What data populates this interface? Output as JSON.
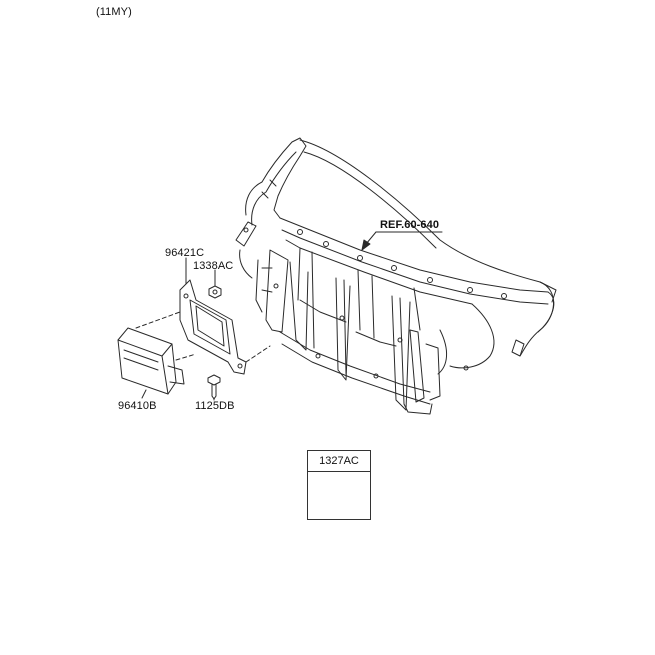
{
  "header": {
    "model_year": "(11MY)"
  },
  "reference": {
    "label": "REF.60-640"
  },
  "parts": {
    "bracket": "96421C",
    "bracket_nut": "1338AC",
    "module": "96410B",
    "bolt": "1125DB"
  },
  "legend": {
    "part_number": "1327AC"
  }
}
